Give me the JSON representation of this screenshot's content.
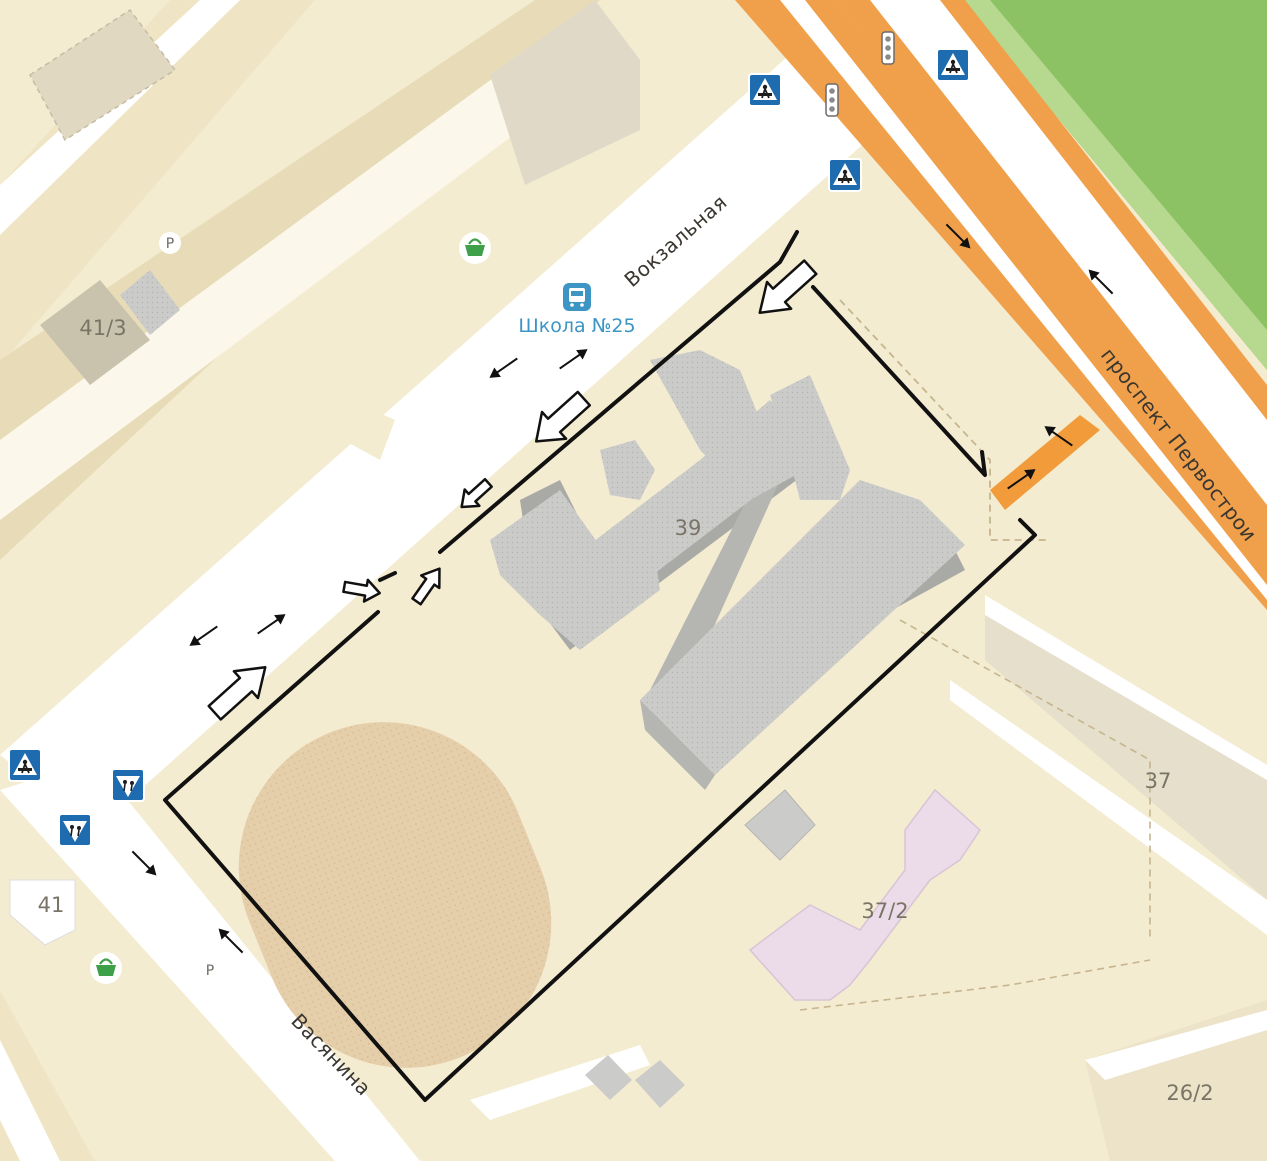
{
  "map": {
    "buildings": {
      "b41_3": "41/3",
      "b39": "39",
      "b37": "37",
      "b37_2": "37/2",
      "b41": "41",
      "b26_2": "26/2"
    },
    "streets": {
      "vokzalnaya": "Вокзальная",
      "vasyanina": "Васянина",
      "prospekt": "проспект Первострои"
    },
    "bus_stop": {
      "name": "Школа №25",
      "icon": "bus-stop-icon"
    },
    "parking": {
      "label": "P",
      "icon": "parking-icon"
    },
    "icons": {
      "shop": "shopping-basket-icon",
      "crosswalk": "pedestrian-crossing-icon",
      "traffic_light": "traffic-light-icon",
      "children": "children-crossing-icon"
    },
    "colors": {
      "ground": "#f4ecd0",
      "road": "#ffffff",
      "arterial": "#f0a04b",
      "park": "#8cc263",
      "building": "#d3d0c8",
      "school": "#c8c8c8",
      "kindergarten": "#ecdbe9",
      "route": "#111111",
      "sign_blue": "#1e6bb0"
    }
  }
}
